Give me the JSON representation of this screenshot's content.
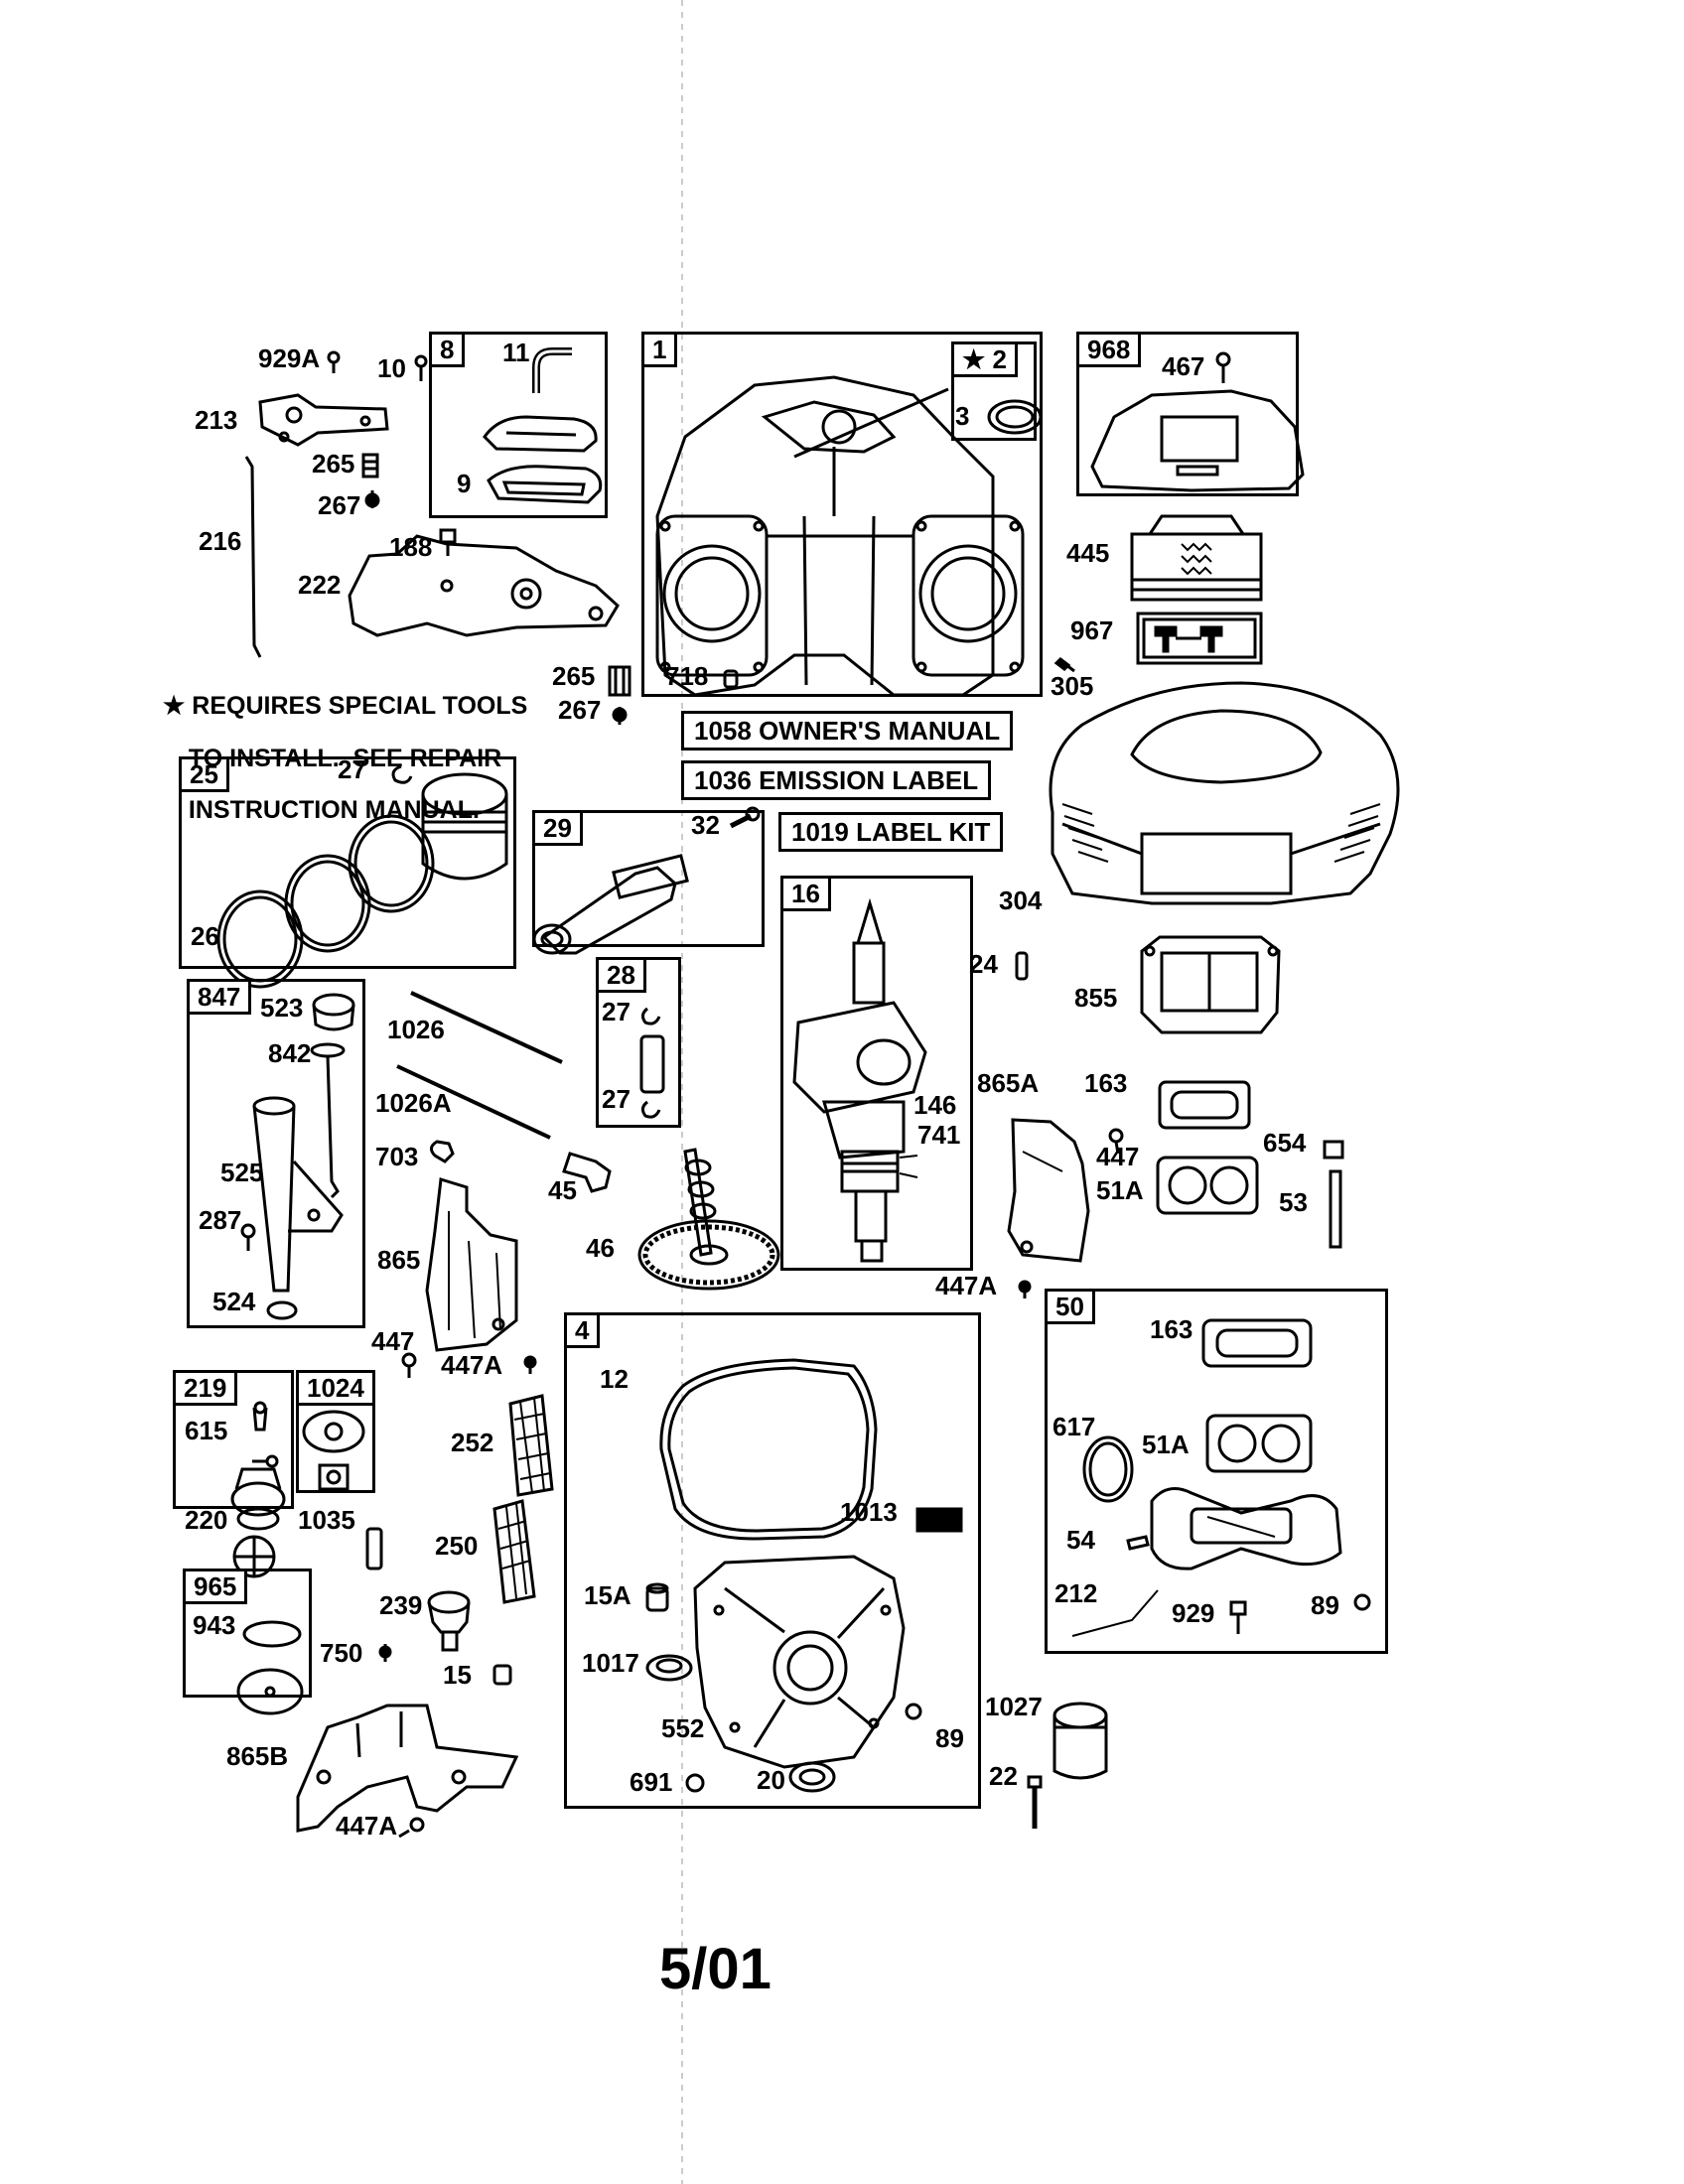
{
  "notice": {
    "star": "★",
    "lines": [
      "REQUIRES SPECIAL TOOLS",
      "TO INSTALL.  SEE REPAIR",
      "INSTRUCTION MANUAL."
    ]
  },
  "kits": {
    "k8": "8",
    "k1": "1",
    "k2": "2",
    "k968": "968",
    "k25": "25",
    "k29": "29",
    "k16": "16",
    "k28": "28",
    "k847": "847",
    "k4": "4",
    "k50": "50",
    "k219": "219",
    "k1024": "1024",
    "k965": "965"
  },
  "notes": {
    "owners_manual": "1058 OWNER'S MANUAL",
    "emission_label": "1036 EMISSION LABEL",
    "label_kit": "1019 LABEL KIT"
  },
  "parts": {
    "p929A": "929A",
    "p10": "10",
    "p11": "11",
    "p9": "9",
    "p213": "213",
    "p265a": "265",
    "p267a": "267",
    "p216": "216",
    "p188": "188",
    "p222": "222",
    "p265b": "265",
    "p267b": "267",
    "p3": "3",
    "p718": "718",
    "p467": "467",
    "p445": "445",
    "p967": "967",
    "p305": "305",
    "p27a": "27",
    "p26": "26",
    "p32": "32",
    "p304": "304",
    "p24": "24",
    "p855": "855",
    "p523": "523",
    "p842": "842",
    "p1026": "1026",
    "p1026A": "1026A",
    "p27b": "27",
    "p27c": "27",
    "p146": "146",
    "p741": "741",
    "p865A": "865A",
    "p163a": "163",
    "p447a": "447",
    "p654": "654",
    "p51Aa": "51A",
    "p53": "53",
    "p525": "525",
    "p703": "703",
    "p45": "45",
    "p287": "287",
    "p865": "865",
    "p46": "46",
    "p524": "524",
    "p447Aa": "447A",
    "p447b": "447",
    "p447Ab": "447A",
    "p12": "12",
    "p163b": "163",
    "p615": "615",
    "p252": "252",
    "p617": "617",
    "p51Ab": "51A",
    "p220": "220",
    "p1035": "1035",
    "p1013": "1013",
    "p54": "54",
    "p250": "250",
    "p212": "212",
    "p929": "929",
    "p89a": "89",
    "p943": "943",
    "p239": "239",
    "p15A": "15A",
    "p750": "750",
    "p1017": "1017",
    "p15": "15",
    "p1027": "1027",
    "p552": "552",
    "p89b": "89",
    "p865B": "865B",
    "p691": "691",
    "p20": "20",
    "p22": "22",
    "p447Ac": "447A"
  },
  "footer": {
    "date": "5/01"
  }
}
